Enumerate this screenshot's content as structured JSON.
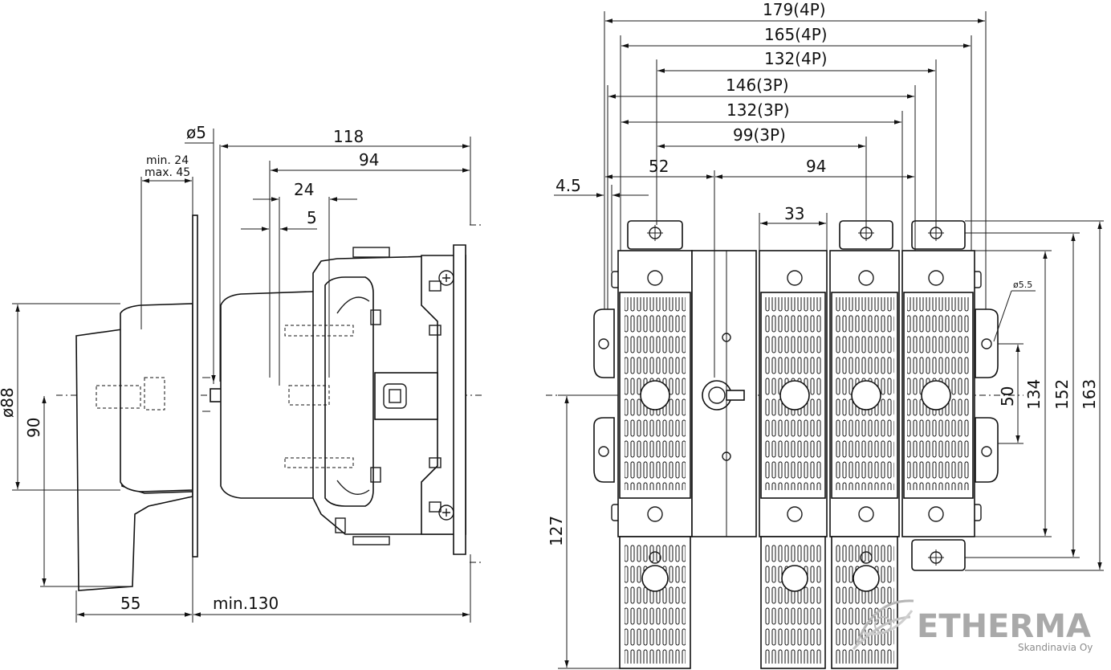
{
  "side_view": {
    "dims": {
      "d5": "ø5",
      "min24": "min. 24",
      "max45": "max. 45",
      "w118": "118",
      "w94": "94",
      "w24": "24",
      "w5": "5",
      "d88": "ø88",
      "h90": "90",
      "w55": "55",
      "min130": "min.130"
    }
  },
  "front_view": {
    "dims": {
      "w179_4p": "179(4P)",
      "w165_4p": "165(4P)",
      "w132_4p": "132(4P)",
      "w146_3p": "146(3P)",
      "w132_3p": "132(3P)",
      "w99_3p": "99(3P)",
      "w52": "52",
      "w94": "94",
      "w4_5": "4.5",
      "w33": "33",
      "d5_5": "ø5.5",
      "h50": "50",
      "h134": "134",
      "h152": "152",
      "h163": "163",
      "h127": "127"
    }
  },
  "logo": {
    "name": "ETHERMA",
    "subtitle": "Skandinavia Oy"
  }
}
